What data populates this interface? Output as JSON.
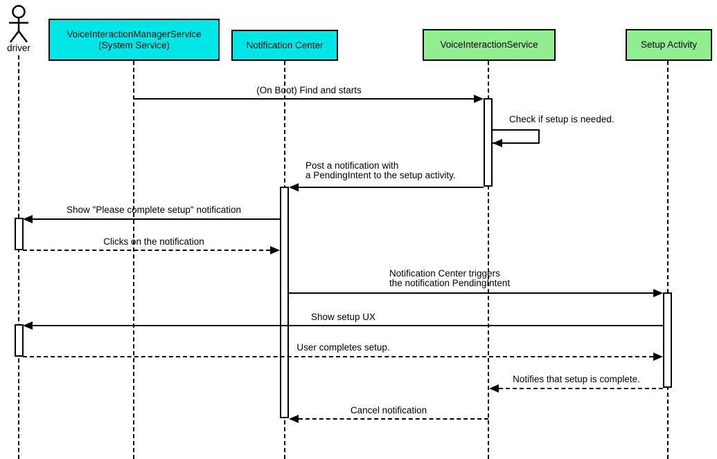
{
  "diagram_type": "uml-sequence-diagram",
  "colors": {
    "system_component_fill": "#00e5e5",
    "app_component_fill": "#90ee90",
    "line": "#000000",
    "background": "#ffffff"
  },
  "participants": {
    "driver": {
      "label": "driver",
      "type": "actor"
    },
    "manager_service": {
      "label": "VoiceInteractionManagerService\n(System Service)",
      "type": "component",
      "fill": "#00e5e5"
    },
    "notification_center": {
      "label": "Notification Center",
      "type": "component",
      "fill": "#00e5e5"
    },
    "voice_interaction_service": {
      "label": "VoiceInteractionService",
      "type": "component",
      "fill": "#90ee90"
    },
    "setup_activity": {
      "label": "Setup Activity",
      "type": "component",
      "fill": "#90ee90"
    }
  },
  "messages": {
    "on_boot": {
      "label": "(On Boot) Find and starts",
      "from": "manager_service",
      "to": "voice_interaction_service",
      "line": "solid"
    },
    "check_setup": {
      "label": "Check if setup is needed.",
      "from": "voice_interaction_service",
      "to": "voice_interaction_service",
      "line": "solid"
    },
    "post_notification": {
      "label": "Post a notification with\na PendingIntent to the setup activity.",
      "from": "voice_interaction_service",
      "to": "notification_center",
      "line": "solid"
    },
    "show_notification": {
      "label": "Show \"Please complete setup\" notification",
      "from": "notification_center",
      "to": "driver",
      "line": "solid"
    },
    "click_notification": {
      "label": "Clicks on the notification",
      "from": "driver",
      "to": "notification_center",
      "line": "dashed"
    },
    "trigger_pending_intent": {
      "label": "Notification Center triggers\nthe notification PendingIntent",
      "from": "notification_center",
      "to": "setup_activity",
      "line": "solid"
    },
    "show_setup_ux": {
      "label": "Show setup UX",
      "from": "setup_activity",
      "to": "driver",
      "line": "solid"
    },
    "user_completes_setup": {
      "label": "User completes setup.",
      "from": "driver",
      "to": "setup_activity",
      "line": "dashed"
    },
    "setup_complete": {
      "label": "Notifies that setup is complete.",
      "from": "setup_activity",
      "to": "voice_interaction_service",
      "line": "dashed"
    },
    "cancel_notification": {
      "label": "Cancel notification",
      "from": "voice_interaction_service",
      "to": "notification_center",
      "line": "dashed"
    }
  }
}
